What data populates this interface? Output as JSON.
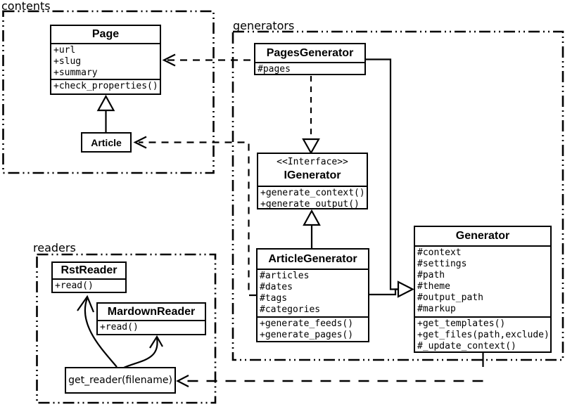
{
  "diagram": {
    "packages": [
      {
        "label": "contents"
      },
      {
        "label": "generators"
      },
      {
        "label": "readers"
      }
    ],
    "classes": {
      "page": {
        "title": "Page",
        "attributes": [
          "+url",
          "+slug",
          "+summary"
        ],
        "methods": [
          "+check_properties()"
        ]
      },
      "article": {
        "title": "Article"
      },
      "pages_generator": {
        "title": "PagesGenerator",
        "attributes": [
          "#pages"
        ]
      },
      "igenerator": {
        "stereotype": "<<Interface>>",
        "title": "IGenerator",
        "methods": [
          "+generate_context()",
          "+generate_output()"
        ]
      },
      "article_generator": {
        "title": "ArticleGenerator",
        "attributes": [
          "#articles",
          "#dates",
          "#tags",
          "#categories"
        ],
        "methods": [
          "+generate_feeds()",
          "+generate_pages()"
        ]
      },
      "generator": {
        "title": "Generator",
        "attributes": [
          "#context",
          "#settings",
          "#path",
          "#theme",
          "#output_path",
          "#markup"
        ],
        "methods": [
          "+get_templates()",
          "+get_files(path,exclude)",
          "#_update_context()"
        ]
      },
      "rst_reader": {
        "title": "RstReader",
        "methods": [
          "+read()"
        ]
      },
      "mardown_reader": {
        "title": "MardownReader",
        "methods": [
          "+read()"
        ]
      },
      "get_reader": {
        "label": "get_reader(filename)"
      }
    },
    "colors": {
      "line": "#000000",
      "background": "#ffffff",
      "box_fill": "#ffffff"
    }
  }
}
